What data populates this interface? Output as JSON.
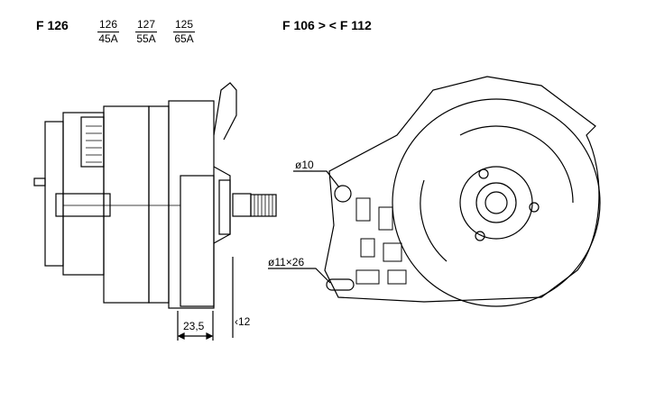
{
  "header": {
    "model": "F 126",
    "variants": [
      {
        "number": "126",
        "current": "45A"
      },
      {
        "number": "127",
        "current": "55A"
      },
      {
        "number": "125",
        "current": "65A"
      }
    ],
    "range": "F 106 > < F 112"
  },
  "dimensions": {
    "hole_diameter": "ø10",
    "slot": "ø11×26",
    "width": "23,5",
    "offset": "‹12"
  }
}
